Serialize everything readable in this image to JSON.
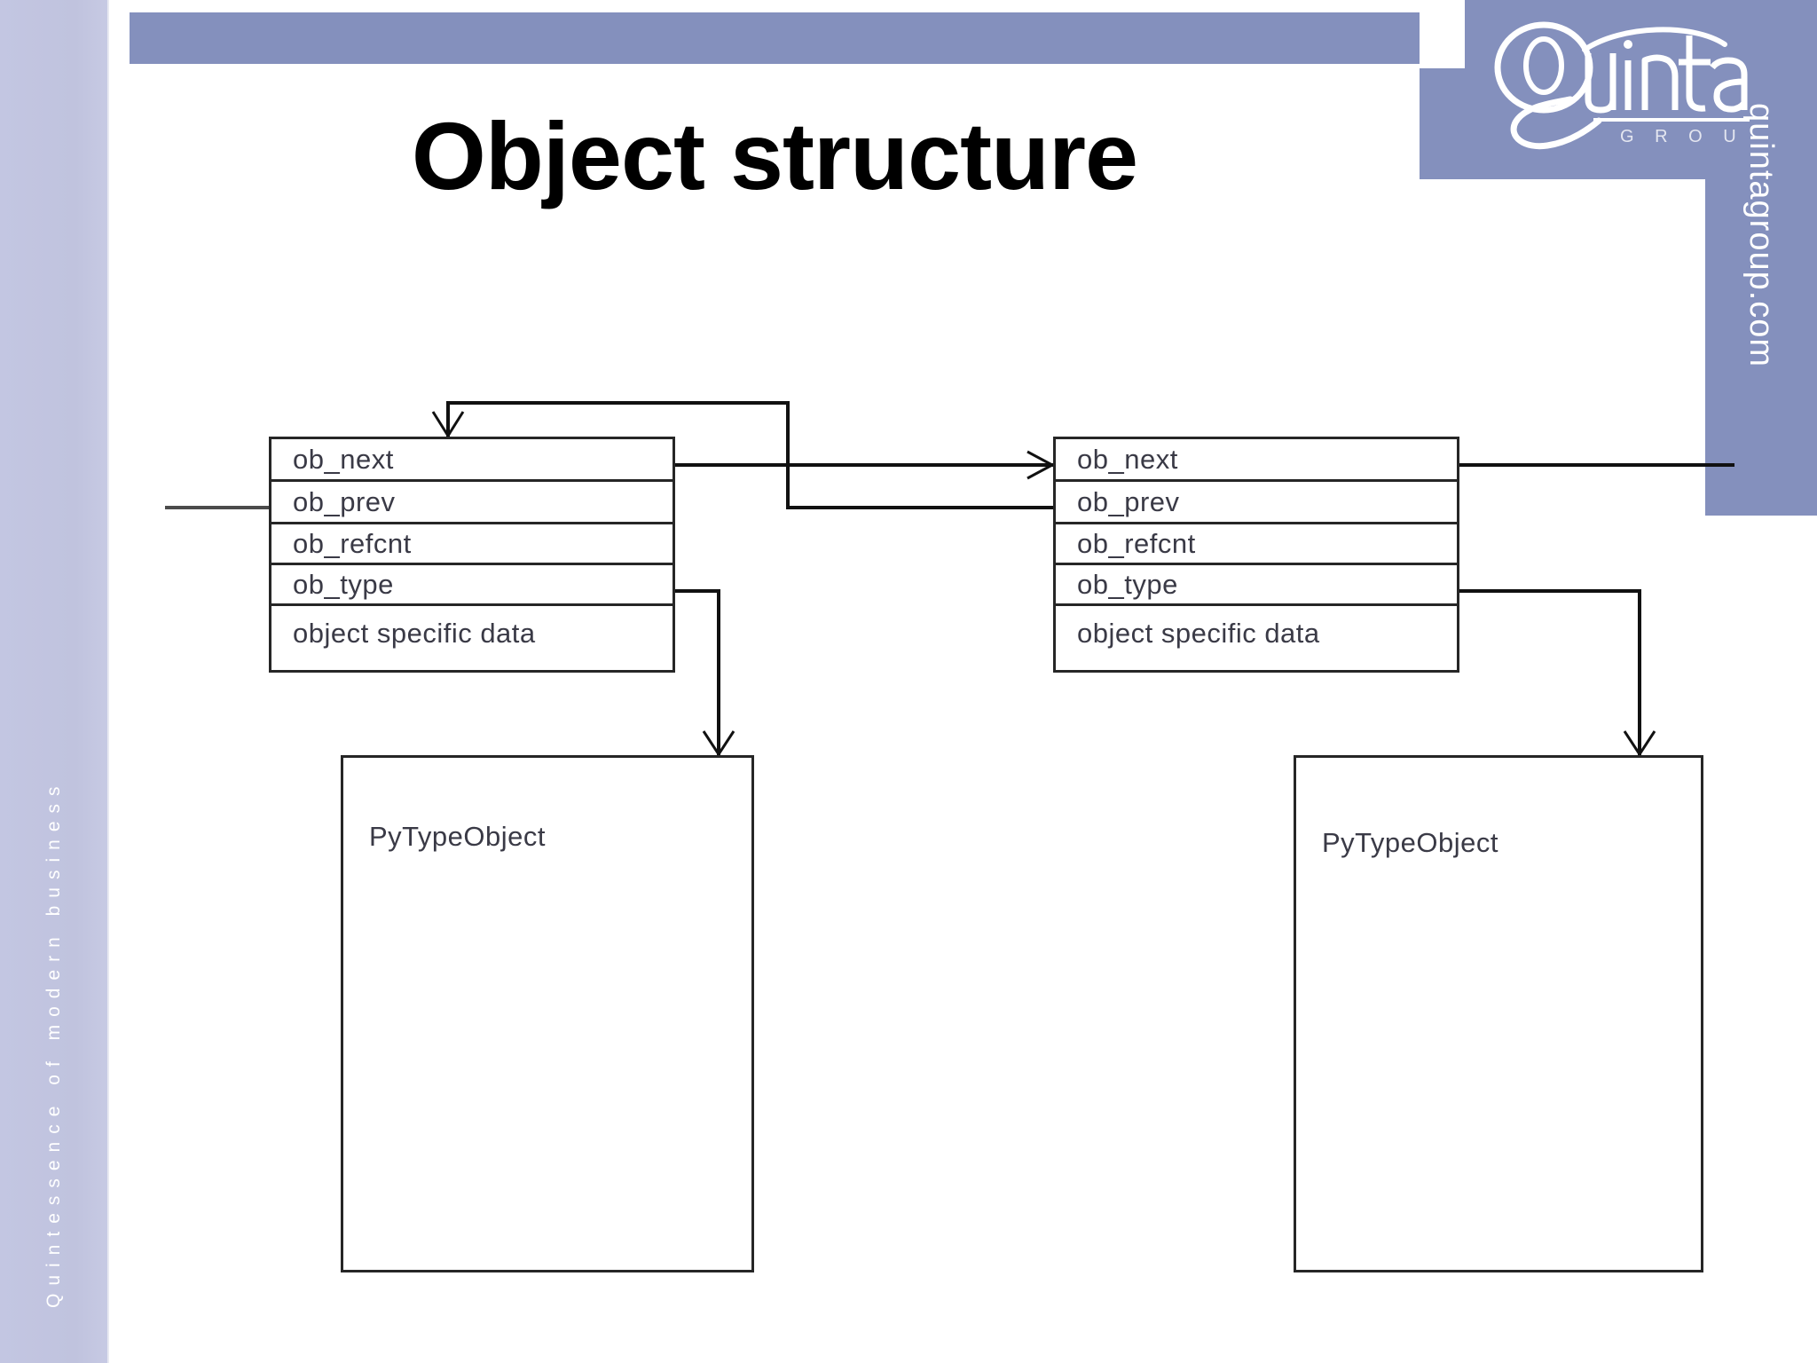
{
  "slide": {
    "title": "Object structure",
    "brand_sidebar_text": "Quintessence of modern business",
    "brand_url": "quintagroup.com",
    "logo_word": "Quinta",
    "logo_subword": "G R O U P",
    "colors": {
      "banner": "#8490bd",
      "sidebar": "#c0c3de",
      "line": "#262626",
      "field_text": "#3a3a46",
      "title_text": "#000000",
      "background": "#ffffff"
    }
  },
  "diagram": {
    "type": "object-structure-linked-list",
    "struct_boxes": [
      {
        "id": "left-object",
        "rows": [
          {
            "label": "ob_next"
          },
          {
            "label": "ob_prev"
          },
          {
            "label": "ob_refcnt"
          },
          {
            "label": "ob_type"
          },
          {
            "label": "object specific data"
          }
        ]
      },
      {
        "id": "right-object",
        "rows": [
          {
            "label": "ob_next"
          },
          {
            "label": "ob_prev"
          },
          {
            "label": "ob_refcnt"
          },
          {
            "label": "ob_type"
          },
          {
            "label": "object specific data"
          }
        ]
      }
    ],
    "type_boxes": [
      {
        "id": "left-type",
        "label": "PyTypeObject"
      },
      {
        "id": "right-type",
        "label": "PyTypeObject"
      }
    ],
    "connections": [
      {
        "from": "left-object.ob_next",
        "to": "right-object.ob_next",
        "arrow": true
      },
      {
        "from": "right-object.ob_prev",
        "to": "left-object.top",
        "arrow": true
      },
      {
        "from": "left-object.ob_type",
        "to": "left-type",
        "arrow": true
      },
      {
        "from": "right-object.ob_type",
        "to": "right-type",
        "arrow": true
      },
      {
        "from": "edge-left",
        "to": "left-object.ob_prev",
        "arrow": false
      },
      {
        "from": "right-object.ob_next",
        "to": "edge-right",
        "arrow": false
      }
    ]
  }
}
